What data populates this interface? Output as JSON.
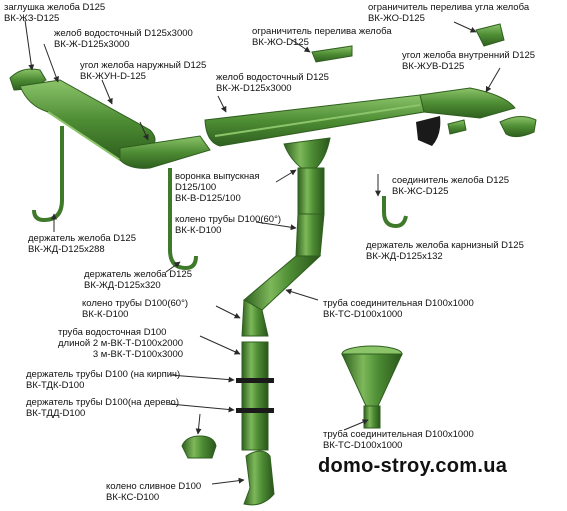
{
  "watermark": "domo-stroy.com.ua",
  "colors": {
    "green": "#4e8d34",
    "green_dark": "#2f5f1f",
    "green_light": "#8cc46a",
    "black": "#1a1a1a",
    "arrow": "#2a2a2a"
  },
  "labels": {
    "end_cap": [
      "заглушка желоба D125",
      "ВК-ЖЗ-D125"
    ],
    "gutter_3000_left": [
      "желоб водосточный D125x3000",
      "ВК-Ж-D125x3000"
    ],
    "outer_corner": [
      "угол желоба наружный D125",
      "ВК-ЖУН-D-125"
    ],
    "overflow_limiter": [
      "ограничитель перелива желоба",
      "ВК-ЖО-D125"
    ],
    "corner_limiter": [
      "ограничитель перелива угла желоба",
      "ВК-ЖО-D125"
    ],
    "inner_corner": [
      "угол желоба внутренний D125",
      "ВК-ЖУВ-D125"
    ],
    "gutter_3000_mid": [
      "желоб водосточный D125",
      "ВК-Ж-D125x3000"
    ],
    "outlet": [
      "воронка выпускная",
      "D125/100",
      "ВК-В-D125/100"
    ],
    "elbow_top": [
      "колено трубы D100(60°)",
      "ВК-К-D100"
    ],
    "connector": [
      "соединитель желоба D125",
      "ВК-ЖС-D125"
    ],
    "bracket_left": [
      "держатель желоба D125",
      "ВК-ЖД-D125x288"
    ],
    "bracket_eave": [
      "держатель желоба карнизный  D125",
      "ВК-ЖД-D125x132"
    ],
    "bracket_mid": [
      "держатель желоба D125",
      "ВК-ЖД-D125x320"
    ],
    "elbow_low": [
      "колено трубы D100(60°)",
      "ВК-К-D100"
    ],
    "pipe_connect_1": [
      "труба соединительная D100x1000",
      "ВК-ТС-D100x1000"
    ],
    "drain_pipe": [
      "труба водосточная D100",
      "длиной 2 м-ВК-Т-D100x2000",
      "3 м-ВК-Т-D100x3000"
    ],
    "holder_brick": [
      "держатель трубы D100 (на кирпич)",
      "ВК-ТДК-D100"
    ],
    "holder_wood": [
      "держатель трубы D100(на дерево)",
      "ВК-ТДД-D100"
    ],
    "pipe_connect_2": [
      "труба соединительная D100x1000",
      "ВК-ТС-D100x1000"
    ],
    "drain_elbow": [
      "колено сливное D100",
      "ВК-КС-D100"
    ]
  }
}
